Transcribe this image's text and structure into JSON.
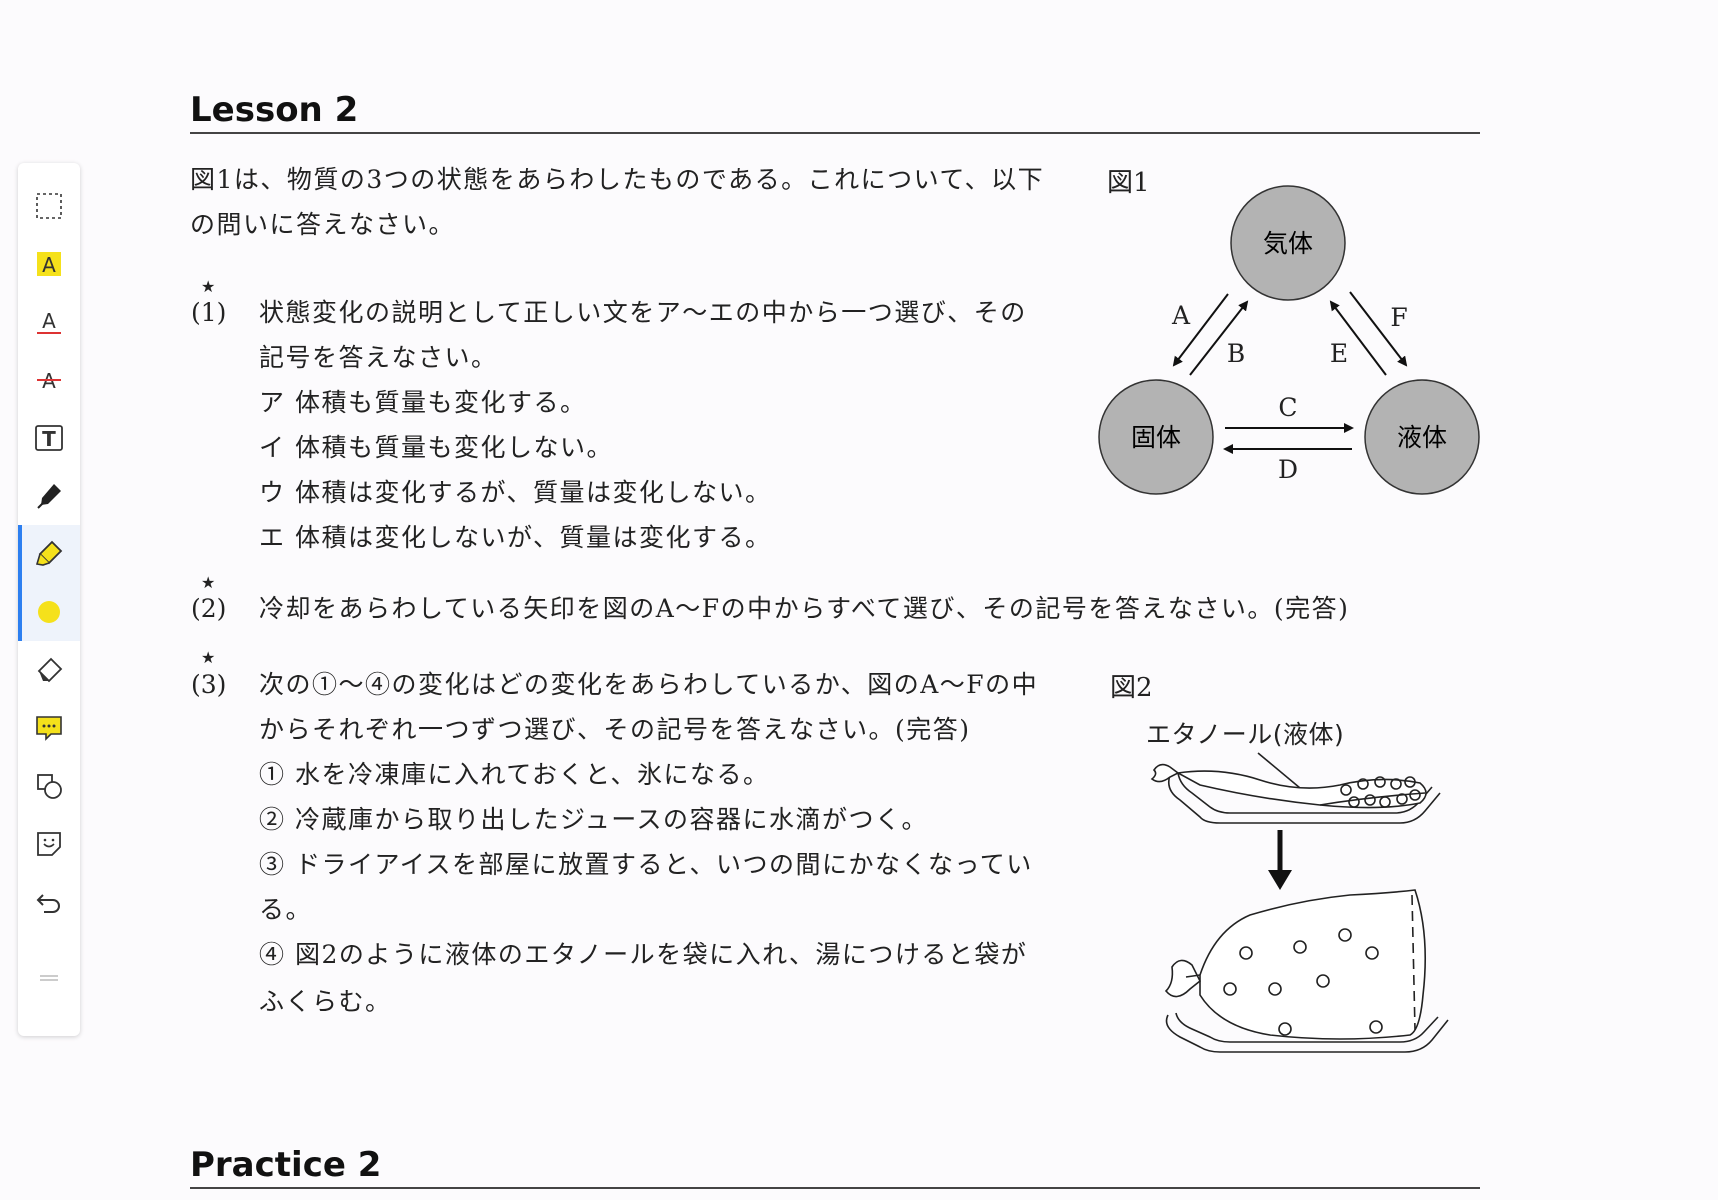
{
  "headings": {
    "lesson": "Lesson 2",
    "practice": "Practice 2"
  },
  "toolbar": {
    "tools": [
      {
        "icon": "select-rect-icon"
      },
      {
        "icon": "highlight-text-icon"
      },
      {
        "icon": "underline-text-icon"
      },
      {
        "icon": "strikethrough-text-icon"
      },
      {
        "icon": "text-box-icon"
      },
      {
        "icon": "pen-icon"
      },
      {
        "icon": "highlighter-icon",
        "active": true
      },
      {
        "icon": "color-swatch-icon",
        "color": "#f5e11b"
      },
      {
        "icon": "eraser-icon"
      },
      {
        "icon": "comment-icon"
      },
      {
        "icon": "shapes-icon"
      },
      {
        "icon": "sticker-icon"
      },
      {
        "icon": "undo-icon"
      },
      {
        "icon": "drag-handle-icon"
      }
    ],
    "accent": "#2d7ff0",
    "highlight_color": "#f5e11b"
  },
  "intro": {
    "line1": "図1は、物質の3つの状態をあらわしたものである。これについて、以下",
    "line2": "の問いに答えなさい。"
  },
  "questions": {
    "q1": {
      "star": "★",
      "num": "(1)",
      "lines": [
        "状態変化の説明として正しい文をア〜エの中から一つ選び、その",
        "記号を答えなさい。",
        "ア 体積も質量も変化する。",
        "イ 体積も質量も変化しない。",
        "ウ 体積は変化するが、質量は変化しない。",
        "エ 体積は変化しないが、質量は変化する。"
      ]
    },
    "q2": {
      "star": "★",
      "num": "(2)",
      "lines": [
        "冷却をあらわしている矢印を図のA〜Fの中からすべて選び、その記号を答えなさい。(完答)"
      ]
    },
    "q3": {
      "star": "★",
      "num": "(3)",
      "lines": [
        "次の①〜④の変化はどの変化をあらわしているか、図のA〜Fの中",
        "からそれぞれ一つずつ選び、その記号を答えなさい。(完答)",
        "① 水を冷凍庫に入れておくと、氷になる。",
        "② 冷蔵庫から取り出したジュースの容器に水滴がつく。",
        "③ ドライアイスを部屋に放置すると、いつの間にかなくなってい",
        "る。",
        "④ 図2のように液体のエタノールを袋に入れ、湯につけると袋が",
        "ふくらむ。"
      ]
    }
  },
  "figure1": {
    "label": "図1",
    "states": {
      "gas": "気体",
      "solid": "固体",
      "liquid": "液体"
    },
    "arrows": {
      "a": "A",
      "b": "B",
      "c": "C",
      "d": "D",
      "e": "E",
      "f": "F"
    },
    "circle_fill": "#b3b3b3"
  },
  "figure2": {
    "label": "図2",
    "caption": "エタノール(液体)"
  }
}
